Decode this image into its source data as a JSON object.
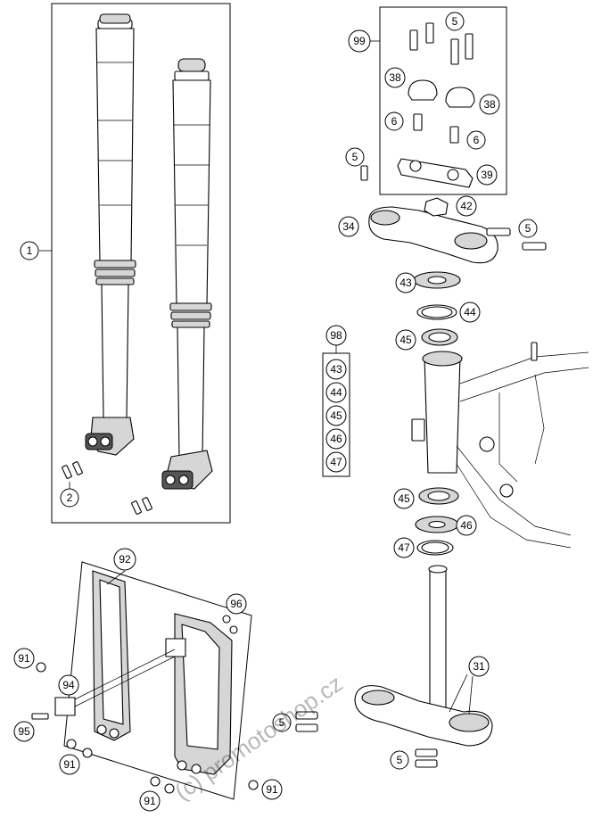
{
  "callouts": {
    "c1": "1",
    "c2": "2",
    "c5a": "5",
    "c5b": "5",
    "c5c": "5",
    "c5d": "5",
    "c5e": "5",
    "c6a": "6",
    "c6b": "6",
    "c31": "31",
    "c34": "34",
    "c38a": "38",
    "c38b": "38",
    "c39": "39",
    "c42": "42",
    "c43a": "43",
    "c44a": "44",
    "c45a": "45",
    "c45b": "45",
    "c46a": "46",
    "c47a": "47",
    "c91a": "91",
    "c91b": "91",
    "c91c": "91",
    "c91d": "91",
    "c92": "92",
    "c94": "94",
    "c95": "95",
    "c96": "96",
    "c98": "98",
    "c99": "99"
  },
  "kit98": [
    "43",
    "44",
    "45",
    "46",
    "47"
  ],
  "watermark": "(c) promotoshop.cz"
}
